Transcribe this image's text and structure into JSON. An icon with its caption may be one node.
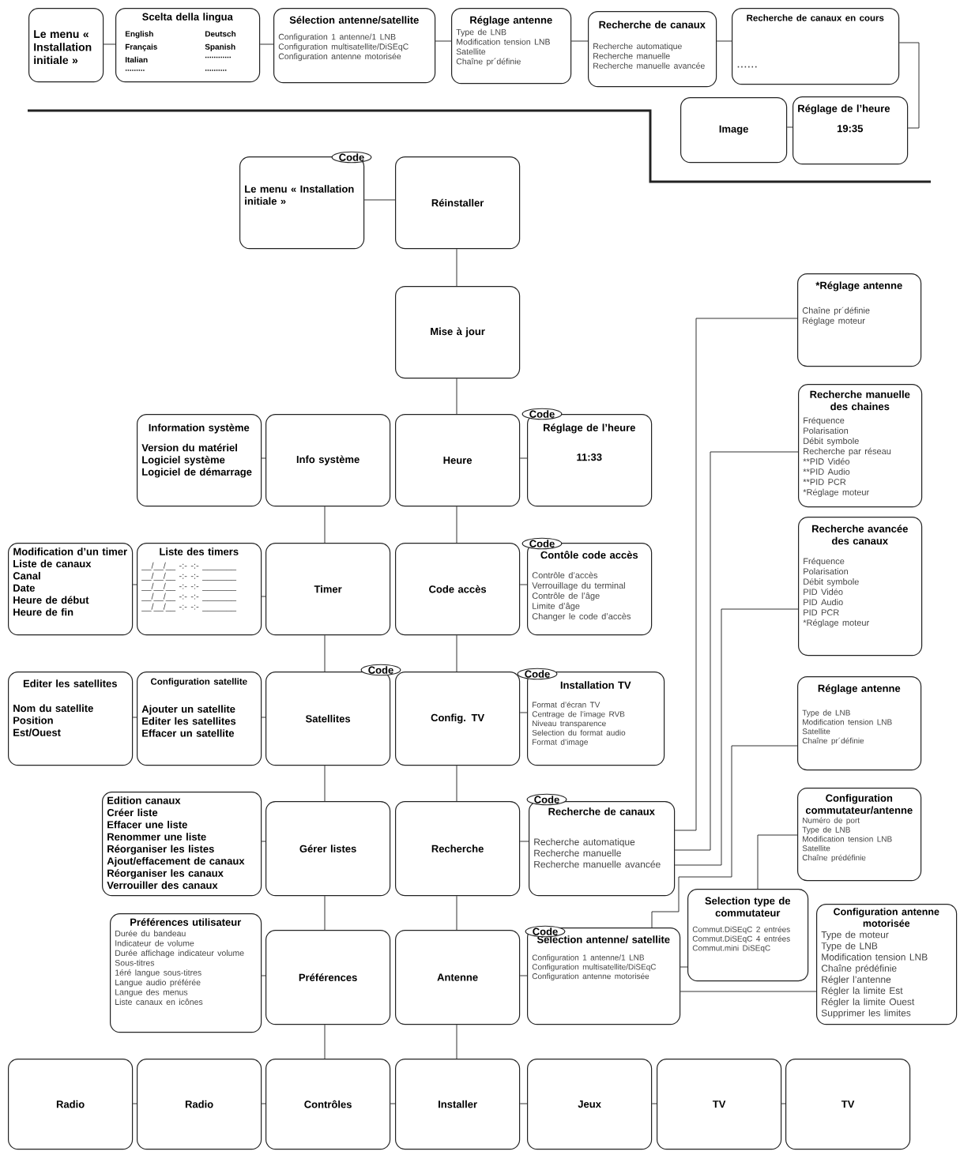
{
  "diagram": {
    "nodes": [
      {
        "text": [
          "Le menu « Installation initiale »"
        ]
      },
      {
        "text": [
          "Scelta della lingua",
          "English",
          "Deutsch",
          "Français",
          "Spanish",
          "Italian",
          "............",
          ".........",
          ".........."
        ]
      },
      {
        "text": [
          "Sélection antenne/satellite",
          "Configuration 1 antenne/1 LNB",
          "Configuration multisatellite/DiSEqC",
          "Configuration antenne motorisée"
        ]
      },
      {
        "text": [
          "Réglage antenne",
          "Type de LNB",
          "Modification tension LNB",
          "Satellite",
          "Chaîne pr´définie"
        ]
      },
      {
        "text": [
          "Recherche de canaux",
          "Recherche automatique",
          "Recherche manuelle",
          "Recherche manuelle avancée"
        ]
      },
      {
        "text": [
          "Recherche de canaux en cours",
          "......"
        ]
      },
      {
        "text": [
          "Image"
        ]
      },
      {
        "text": [
          "Réglage de l’heure",
          "19:35"
        ]
      },
      {
        "text": [
          "Code",
          "Le menu « Installation initiale »"
        ]
      },
      {
        "text": [
          "Réinstaller"
        ]
      },
      {
        "text": [
          "Mise à jour"
        ]
      },
      {
        "text": [
          "Information système",
          "Version du matériel",
          "Logiciel système",
          "Logiciel de démarrage"
        ]
      },
      {
        "text": [
          "Info système"
        ]
      },
      {
        "text": [
          "Heure"
        ]
      },
      {
        "text": [
          "Code",
          "Réglage de l’heure",
          "11:33"
        ]
      },
      {
        "text": [
          "Modification d’un timer",
          "Liste de canaux",
          "Canal",
          "Date",
          "Heure de début",
          "Heure de fin"
        ]
      },
      {
        "text": [
          "Liste des timers",
          "__/__/__ -:- -:- _______",
          "__/__/__ -:- -:- _______",
          "__/__/__ -:- -:- _______",
          "__/__/__ -:- -:- _______",
          "__/__/__ -:- -:- _______"
        ]
      },
      {
        "text": [
          "Timer"
        ]
      },
      {
        "text": [
          "Code accès"
        ]
      },
      {
        "text": [
          "Code",
          "Contôle code accès",
          "Contrôle d’accès",
          "Verrouillage du terminal",
          "Contrôle de l’âge",
          "Limite d’âge",
          "Changer le code d’accès"
        ]
      },
      {
        "text": [
          "Editer les satellites",
          "Nom du satellite",
          "Position",
          "Est/Ouest"
        ]
      },
      {
        "text": [
          "Configuration satellite",
          "Ajouter un satellite",
          "Editer les satellites",
          "Effacer un satellite"
        ]
      },
      {
        "text": [
          "Code",
          "Satellites"
        ]
      },
      {
        "text": [
          "Config. TV"
        ]
      },
      {
        "text": [
          "Code",
          "Installation TV",
          "Format d’écran TV",
          "Centrage de l’image RVB",
          "Niveau transparence",
          "Selection du format audio",
          "Format d’image"
        ]
      },
      {
        "text": [
          "Edition canaux",
          "Créer liste",
          "Effacer une liste",
          "Renommer une liste",
          "Réorganiser les listes",
          "Ajout/effacement de canaux",
          "Réorganiser les canaux",
          "Verrouiller des canaux"
        ]
      },
      {
        "text": [
          "Gérer listes"
        ]
      },
      {
        "text": [
          "Recherche"
        ]
      },
      {
        "text": [
          "Code",
          "Recherche de canaux",
          "Recherche automatique",
          "Recherche manuelle",
          "Recherche manuelle avancée"
        ]
      },
      {
        "text": [
          "Préférences utilisateur",
          "Durée du bandeau",
          "Indicateur de volume",
          "Durée affichage indicateur volume",
          "Sous-titres",
          "1éré langue sous-titres",
          "Langue audio préférée",
          "Langue des menus",
          "Liste canaux en icônes"
        ]
      },
      {
        "text": [
          "Préférences"
        ]
      },
      {
        "text": [
          "Antenne"
        ]
      },
      {
        "text": [
          "Code",
          "Selection antenne/ satellite",
          "Configuration 1 antenne/1 LNB",
          "Configuration multisatellite/DiSEqC",
          "Configuration antenne motorisée"
        ]
      },
      {
        "text": [
          "Selection type de commutateur",
          "Commut.DiSEqC 2 entrées",
          "Commut.DiSEqC 4 entrées",
          "Commut.mini DiSEqC"
        ]
      },
      {
        "text": [
          "Configuration antenne motorisée",
          "Type de moteur",
          "Type de LNB",
          "Modification tension LNB",
          "Chaîne prédéfinie",
          "Régler l’antenne",
          "Régler la limite Est",
          "Régler la limite Ouest",
          "Supprimer les limites"
        ]
      },
      {
        "text": [
          "*Réglage antenne",
          "Chaîne pr´définie",
          "Réglage moteur"
        ]
      },
      {
        "text": [
          "Recherche manuelle des chaines",
          "Fréquence",
          "Polarisation",
          "Débit symbole",
          "Recherche par réseau",
          "**PID Vidéo",
          "**PID Audio",
          "**PID PCR",
          "*Réglage moteur"
        ]
      },
      {
        "text": [
          "Recherche avancée des canaux",
          "Fréquence",
          "Polarisation",
          "Débit symbole",
          "PID Vidéo",
          "PID Audio",
          "PID PCR",
          "*Réglage moteur"
        ]
      },
      {
        "text": [
          "Réglage antenne",
          "Type de LNB",
          "Modification tension LNB",
          "Satellite",
          "Chaîne pr´définie"
        ]
      },
      {
        "text": [
          "Configuration commutateur/antenne",
          "Numéro de port",
          "Type de LNB",
          "Modification tension LNB",
          "Satellite",
          "Chaîne prédéfinie"
        ]
      },
      {
        "text": [
          "Radio"
        ]
      },
      {
        "text": [
          "Radio"
        ]
      },
      {
        "text": [
          "Contrôles"
        ]
      },
      {
        "text": [
          "Installer"
        ]
      },
      {
        "text": [
          "Jeux"
        ]
      },
      {
        "text": [
          "TV"
        ]
      },
      {
        "text": [
          "TV"
        ]
      }
    ],
    "edges": [
      {
        "from": 0,
        "to": 1,
        "arrow": "none"
      },
      {
        "from": 1,
        "to": 2,
        "arrow": "none"
      },
      {
        "from": 2,
        "to": 3,
        "arrow": "none"
      },
      {
        "from": 3,
        "to": 4,
        "arrow": "none"
      },
      {
        "from": 4,
        "to": 5,
        "arrow": "none"
      },
      {
        "from": 5,
        "to": 7,
        "arrow": "none"
      },
      {
        "from": 6,
        "to": 7,
        "arrow": "none"
      },
      {
        "from": 8,
        "to": 9,
        "arrow": "none"
      },
      {
        "from": 9,
        "to": 10,
        "arrow": "none"
      },
      {
        "from": 10,
        "to": 13,
        "arrow": "none"
      },
      {
        "from": 11,
        "to": 12,
        "arrow": "none"
      },
      {
        "from": 13,
        "to": 14,
        "arrow": "none"
      },
      {
        "from": 12,
        "to": 17,
        "arrow": "none"
      },
      {
        "from": 13,
        "to": 18,
        "arrow": "none"
      },
      {
        "from": 15,
        "to": 16,
        "arrow": "none"
      },
      {
        "from": 16,
        "to": 17,
        "arrow": "none"
      },
      {
        "from": 18,
        "to": 19,
        "arrow": "none"
      },
      {
        "from": 17,
        "to": 22,
        "arrow": "none"
      },
      {
        "from": 18,
        "to": 23,
        "arrow": "none"
      },
      {
        "from": 20,
        "to": 21,
        "arrow": "none"
      },
      {
        "from": 21,
        "to": 22,
        "arrow": "none"
      },
      {
        "from": 23,
        "to": 24,
        "arrow": "none"
      },
      {
        "from": 22,
        "to": 26,
        "arrow": "none"
      },
      {
        "from": 23,
        "to": 27,
        "arrow": "none"
      },
      {
        "from": 25,
        "to": 26,
        "arrow": "none"
      },
      {
        "from": 27,
        "to": 28,
        "arrow": "none"
      },
      {
        "from": 26,
        "to": 30,
        "arrow": "none"
      },
      {
        "from": 27,
        "to": 31,
        "arrow": "none"
      },
      {
        "from": 29,
        "to": 30,
        "arrow": "none"
      },
      {
        "from": 31,
        "to": 32,
        "arrow": "none"
      },
      {
        "from": 28,
        "to": 35,
        "arrow": "none"
      },
      {
        "from": 28,
        "to": 36,
        "arrow": "none"
      },
      {
        "from": 28,
        "to": 37,
        "arrow": "none"
      },
      {
        "from": 32,
        "to": 38,
        "arrow": "none"
      },
      {
        "from": 32,
        "to": 33,
        "arrow": "none"
      },
      {
        "from": 33,
        "to": 39,
        "arrow": "none"
      },
      {
        "from": 32,
        "to": 34,
        "arrow": "none"
      },
      {
        "from": 30,
        "to": 42,
        "arrow": "none"
      },
      {
        "from": 31,
        "to": 43,
        "arrow": "none"
      },
      {
        "from": 40,
        "to": 41,
        "arrow": "none"
      },
      {
        "from": 41,
        "to": 42,
        "arrow": "none"
      },
      {
        "from": 42,
        "to": 43,
        "arrow": "none"
      },
      {
        "from": 43,
        "to": 44,
        "arrow": "none"
      },
      {
        "from": 44,
        "to": 45,
        "arrow": "none"
      },
      {
        "from": 45,
        "to": 46,
        "arrow": "none"
      }
    ]
  }
}
